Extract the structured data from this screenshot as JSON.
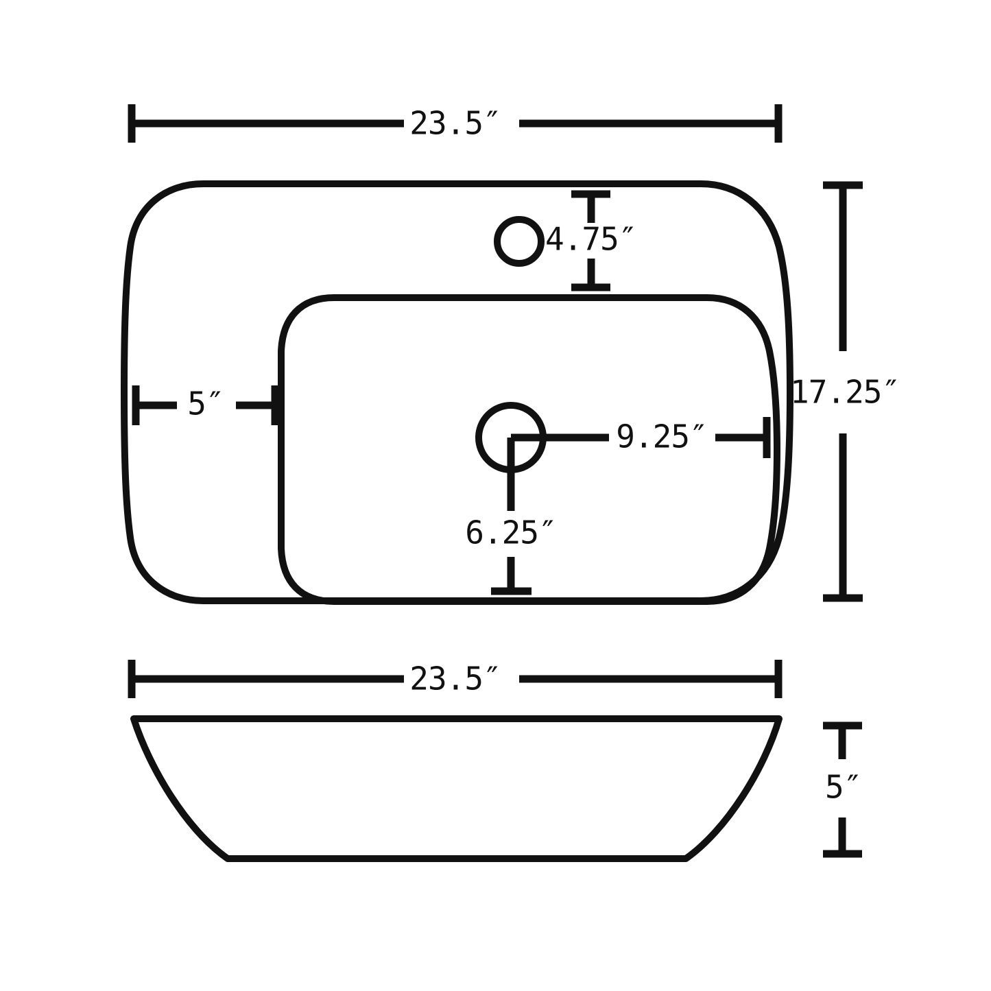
{
  "drawing": {
    "title": "Vessel sink dimensional drawing",
    "units": "inches",
    "line_color": "#111111",
    "background_color": "#ffffff",
    "views": [
      {
        "name": "top-view",
        "label": "Top view of rectangular vessel sink with rounded corners",
        "features": [
          "outer-rim",
          "inner-basin",
          "faucet-hole",
          "drain-hole"
        ]
      },
      {
        "name": "side-view",
        "label": "Side profile of vessel sink",
        "features": [
          "tapered-bowl-profile"
        ]
      }
    ],
    "dimensions": {
      "top_width": "23.5″",
      "overall_depth": "17.25″",
      "faucet_hole_offset": "4.75″",
      "rim_left_margin": "5″",
      "drain_from_right": "9.25″",
      "drain_from_bottom": "6.25″",
      "side_width": "23.5″",
      "side_height": "5″"
    }
  },
  "labels": {
    "width_top": "23.5″",
    "height_right": "17.25″",
    "faucet_offset": "4.75″",
    "left_margin": "5″",
    "drain_right": "9.25″",
    "drain_bottom": "6.25″",
    "width_bottom": "23.5″",
    "height_profile": "5″"
  }
}
